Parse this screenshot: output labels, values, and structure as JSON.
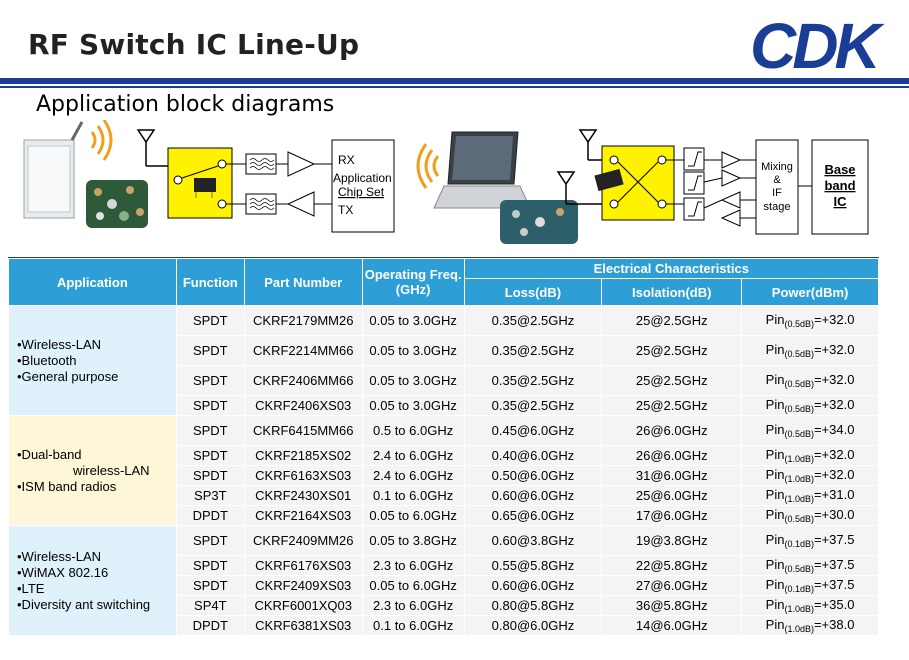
{
  "header": {
    "title": "RF Switch IC Line-Up",
    "logo_text": "CDK",
    "subtitle": "Application block diagrams"
  },
  "diagram": {
    "left": {
      "rx_label": "RX",
      "app_label": "Application",
      "chip_label": "Chip Set",
      "tx_label": "TX"
    },
    "right": {
      "mixing_label": "Mixing",
      "amp_label": "&",
      "if_label": "IF",
      "stage_label": "stage",
      "base_label": "Base",
      "band_label": "band",
      "ic_label": "IC"
    }
  },
  "table": {
    "headers": {
      "application": "Application",
      "function": "Function",
      "part_number": "Part Number",
      "operating_freq": "Operating Freq.",
      "operating_freq_unit": "(GHz)",
      "electrical": "Electrical Characteristics",
      "loss": "Loss(dB)",
      "isolation": "Isolation(dB)",
      "power": "Power(dBm)"
    },
    "groups": [
      {
        "applications": [
          "•Wireless-LAN",
          "•Bluetooth",
          "•General purpose"
        ],
        "rows": [
          {
            "function": "SPDT",
            "part": "CKRF2179MM26",
            "freq": "0.05 to 3.0GHz",
            "loss": "0.35@2.5GHz",
            "isolation": "25@2.5GHz",
            "power_prefix": "Pin",
            "power_sub": "(0.5dB)",
            "power_value": "=+32.0"
          },
          {
            "function": "SPDT",
            "part": "CKRF2214MM66",
            "freq": "0.05 to 3.0GHz",
            "loss": "0.35@2.5GHz",
            "isolation": "25@2.5GHz",
            "power_prefix": "Pin",
            "power_sub": "(0.5dB)",
            "power_value": "=+32.0"
          },
          {
            "function": "SPDT",
            "part": "CKRF2406MM66",
            "freq": "0.05 to 3.0GHz",
            "loss": "0.35@2.5GHz",
            "isolation": "25@2.5GHz",
            "power_prefix": "Pin",
            "power_sub": "(0.5dB)",
            "power_value": "=+32.0"
          },
          {
            "function": "SPDT",
            "part": "CKRF2406XS03",
            "freq": "0.05 to 3.0GHz",
            "loss": "0.35@2.5GHz",
            "isolation": "25@2.5GHz",
            "power_prefix": "Pin",
            "power_sub": "(0.5dB)",
            "power_value": "=+32.0"
          }
        ]
      },
      {
        "applications": [
          "•Dual-band",
          "wireless-LAN",
          "•ISM band radios"
        ],
        "rows": [
          {
            "function": "SPDT",
            "part": "CKRF6415MM66",
            "freq": "0.5 to 6.0GHz",
            "loss": "0.45@6.0GHz",
            "isolation": "26@6.0GHz",
            "power_prefix": "Pin",
            "power_sub": "(0.5dB)",
            "power_value": "=+34.0"
          },
          {
            "function": "SPDT",
            "part": "CKRF2185XS02",
            "freq": "2.4 to 6.0GHz",
            "loss": "0.40@6.0GHz",
            "isolation": "26@6.0GHz",
            "power_prefix": "Pin",
            "power_sub": "(1.0dB)",
            "power_value": "=+32.0"
          },
          {
            "function": "SPDT",
            "part": "CKRF6163XS03",
            "freq": "2.4 to 6.0GHz",
            "loss": "0.50@6.0GHz",
            "isolation": "31@6.0GHz",
            "power_prefix": "Pin",
            "power_sub": "(1.0dB)",
            "power_value": "=+32.0"
          },
          {
            "function": "SP3T",
            "part": "CKRF2430XS01",
            "freq": "0.1 to 6.0GHz",
            "loss": "0.60@6.0GHz",
            "isolation": "25@6.0GHz",
            "power_prefix": "Pin",
            "power_sub": "(1.0dB)",
            "power_value": "=+31.0"
          },
          {
            "function": "DPDT",
            "part": "CKRF2164XS03",
            "freq": "0.05 to 6.0GHz",
            "loss": "0.65@6.0GHz",
            "isolation": "17@6.0GHz",
            "power_prefix": "Pin",
            "power_sub": "(0.5dB)",
            "power_value": "=+30.0"
          }
        ]
      },
      {
        "applications": [
          "•Wireless-LAN",
          "•WiMAX 802.16",
          "•LTE",
          "•Diversity ant switching"
        ],
        "rows": [
          {
            "function": "SPDT",
            "part": "CKRF2409MM26",
            "freq": "0.05 to 3.8GHz",
            "loss": "0.60@3.8GHz",
            "isolation": "19@3.8GHz",
            "power_prefix": "Pin",
            "power_sub": "(0.1dB)",
            "power_value": "=+37.5"
          },
          {
            "function": "SPDT",
            "part": "CKRF6176XS03",
            "freq": "2.3 to 6.0GHz",
            "loss": "0.55@5.8GHz",
            "isolation": "22@5.8GHz",
            "power_prefix": "Pin",
            "power_sub": "(0.5dB)",
            "power_value": "=+37.5"
          },
          {
            "function": "SPDT",
            "part": "CKRF2409XS03",
            "freq": "0.05 to 6.0GHz",
            "loss": "0.60@6.0GHz",
            "isolation": "27@6.0GHz",
            "power_prefix": "Pin",
            "power_sub": "(0.1dB)",
            "power_value": "=+37.5"
          },
          {
            "function": "SP4T",
            "part": "CKRF6001XQ03",
            "freq": "2.3 to 6.0GHz",
            "loss": "0.80@5.8GHz",
            "isolation": "36@5.8GHz",
            "power_prefix": "Pin",
            "power_sub": "(1.0dB)",
            "power_value": "=+35.0"
          },
          {
            "function": "DPDT",
            "part": "CKRF6381XS03",
            "freq": "0.1 to 6.0GHz",
            "loss": "0.80@6.0GHz",
            "isolation": "14@6.0GHz",
            "power_prefix": "Pin",
            "power_sub": "(1.0dB)",
            "power_value": "=+38.0"
          }
        ]
      }
    ]
  }
}
